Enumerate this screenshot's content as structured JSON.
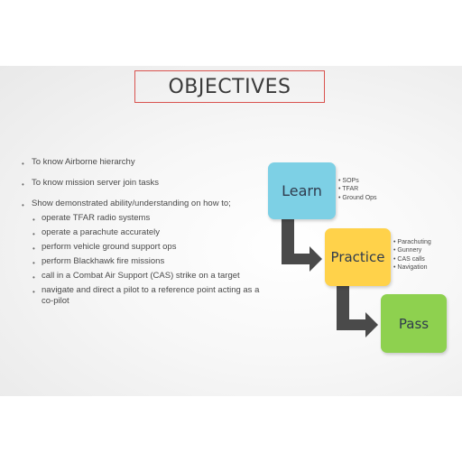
{
  "title": "OBJECTIVES",
  "bullets": [
    "To know Airborne hierarchy",
    "To know mission server join tasks",
    "Show demonstrated  ability/understanding  on how to;"
  ],
  "sub_bullets": [
    "operate TFAR radio systems",
    "operate a parachute accurately",
    "perform vehicle ground support ops",
    "perform Blackhawk fire missions",
    "call in a Combat Air Support (CAS) strike on a target",
    "navigate and direct a pilot to a reference point acting as a",
    "co-pilot"
  ],
  "diagram": {
    "learn": {
      "label": "Learn",
      "color": "#7dd0e5",
      "items": [
        "SOPs",
        "TFAR",
        "Ground Ops"
      ]
    },
    "practice": {
      "label": "Practice",
      "color": "#ffd24a",
      "items": [
        "Parachuting",
        "Gunnery",
        "CAS calls",
        "Navigation"
      ]
    },
    "pass": {
      "label": "Pass",
      "color": "#8ed14f"
    },
    "arrow_color": "#4a4a4a"
  }
}
